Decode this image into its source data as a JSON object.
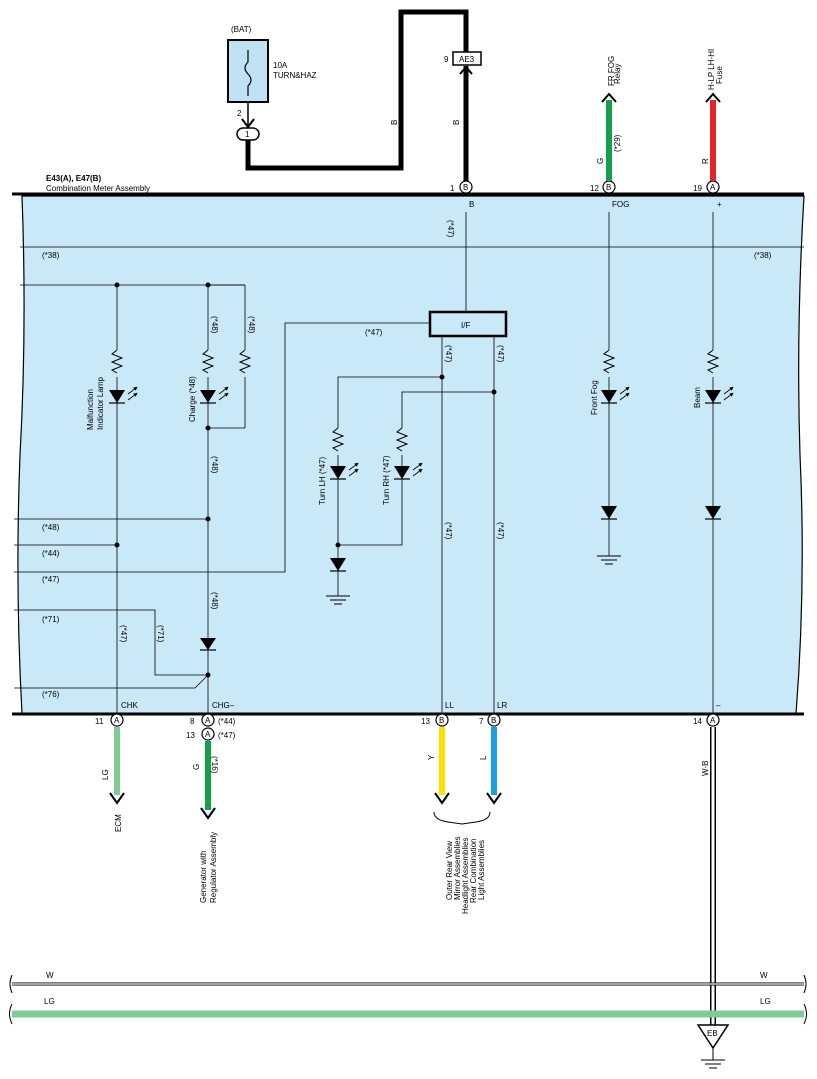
{
  "fuse": {
    "source": "(BAT)",
    "rating": "10A",
    "name": "TURN&HAZ",
    "pin": "2",
    "joint_pin": "1"
  },
  "connector_ae3": {
    "id": "AE3",
    "pin": "9"
  },
  "meter": {
    "title_ids": "E43(A), E47(B)",
    "title_name": "Combination Meter Assembly",
    "note_top": "(*47)"
  },
  "top_pins": [
    {
      "num": "1",
      "conn": "B",
      "wire": "B",
      "terminal": "B"
    },
    {
      "num": "12",
      "conn": "B",
      "wire": "G",
      "note": "(*29)",
      "terminal": "FOG",
      "dest_line1": "FR FOG",
      "dest_line2": "Relay"
    },
    {
      "num": "19",
      "conn": "A",
      "wire": "R",
      "terminal": "+",
      "dest_line1": "H-LP LH-HI",
      "dest_line2": "Fuse"
    }
  ],
  "wire_b_label": "B",
  "bottom_pins": [
    {
      "num": "11",
      "conn": "A",
      "wire": "LG",
      "terminal": "CHK",
      "dest": "ECM"
    },
    {
      "num": "8",
      "conn": "A",
      "note": "(*44)",
      "terminal": "CHG–"
    },
    {
      "num": "13",
      "conn": "A",
      "note": "(*47)",
      "wire": "G",
      "wire_note": "(*16)",
      "dest_line1": "Generator with",
      "dest_line2": "Regulator Assembly"
    },
    {
      "num": "13",
      "conn": "B",
      "wire": "Y",
      "terminal": "LL"
    },
    {
      "num": "7",
      "conn": "B",
      "wire": "L",
      "terminal": "LR"
    },
    {
      "num": "14",
      "conn": "A",
      "wire": "W-B",
      "terminal": "–"
    }
  ],
  "ll_lr_dest": [
    "Outer Rear View",
    "Mirror Assemblies",
    "Headlight Assemblies",
    "Rear Combination",
    "Light Assemblies"
  ],
  "lamps": {
    "mil_line1": "Malfunction",
    "mil_line2": "Indicator Lamp",
    "charge": "Charge (*48)",
    "turn_lh": "Turn LH (*47)",
    "turn_rh": "Turn RH (*47)",
    "front_fog": "Front Fog",
    "beam": "Beam"
  },
  "interface": "I/F",
  "notes": {
    "n38": "(*38)",
    "n48": "(*48)",
    "n47": "(*47)",
    "n44": "(*44)",
    "n71": "(*71)",
    "n76": "(*76)"
  },
  "bus": {
    "w": "W",
    "lg": "LG"
  },
  "ground": "EB",
  "colors": {
    "panel": "#c9e8f8",
    "green": "#17a04a",
    "red": "#e3262b",
    "light_green": "#7fcc96",
    "yellow": "#ffe100",
    "blue": "#1aa0e0",
    "fuse_fill": "#bfe3f5"
  }
}
